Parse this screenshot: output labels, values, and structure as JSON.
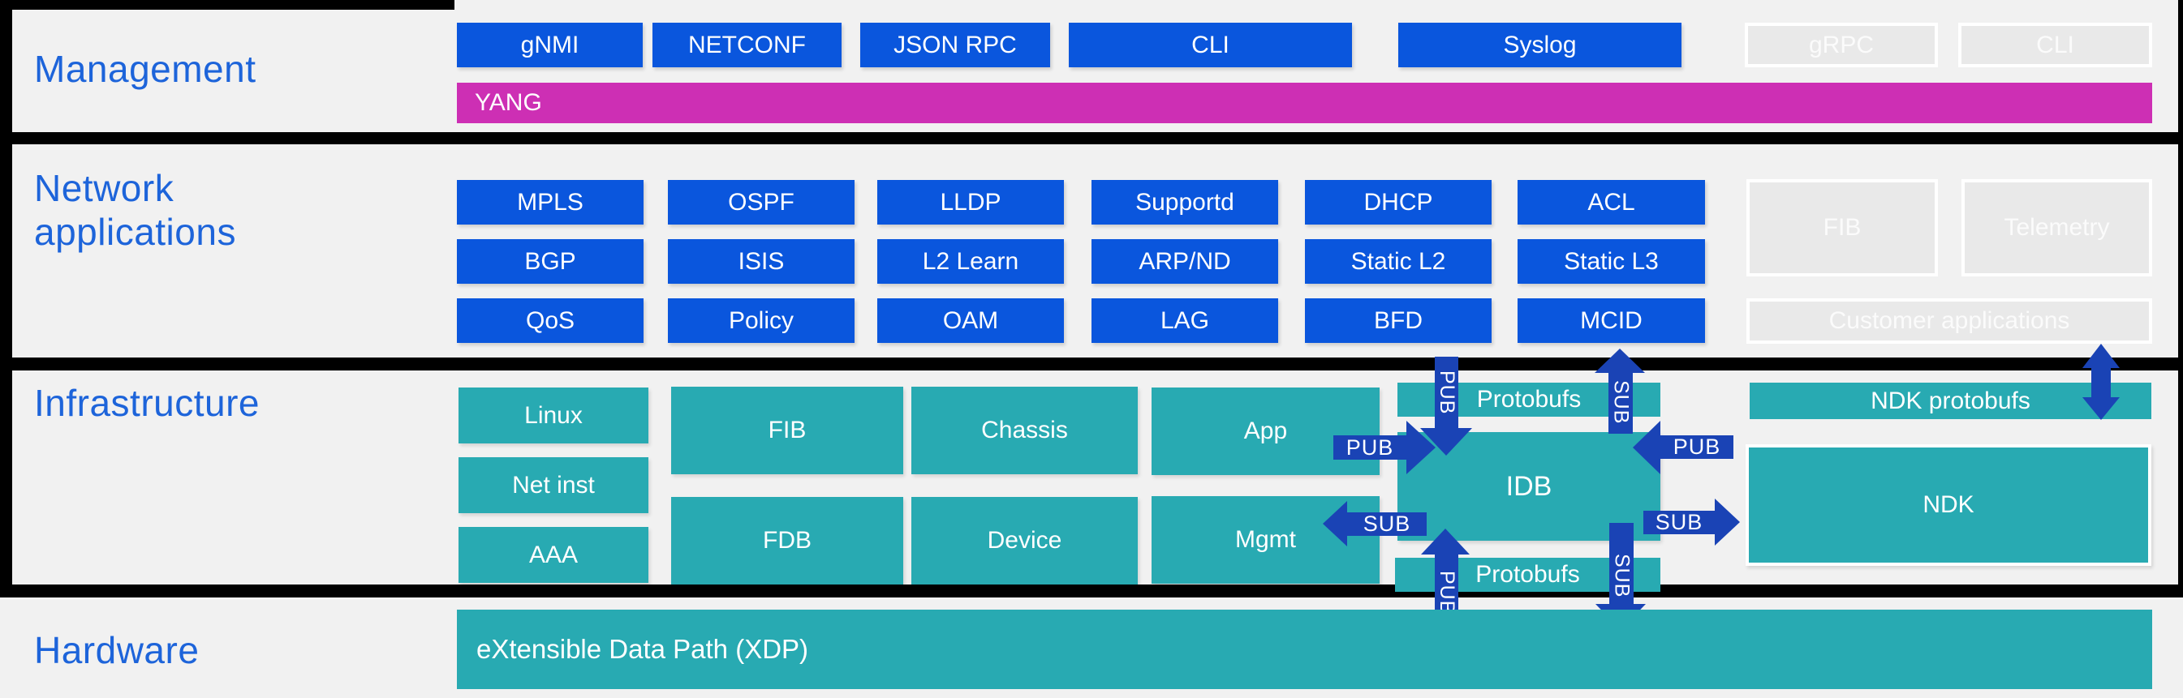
{
  "colors": {
    "accent_blue": "#0a56dd",
    "teal": "#28aab2",
    "magenta": "#cd2fb4",
    "arrow_navy": "#1a43b5",
    "label_blue": "#1d64da",
    "band_background": "#f1f1f1",
    "placeholder_fill": "#e9e9e9",
    "divider_black": "#000000"
  },
  "management": {
    "label": "Management",
    "buttons": [
      "gNMI",
      "NETCONF",
      "JSON RPC",
      "CLI",
      "Syslog"
    ],
    "placeholder_buttons": [
      "gRPC",
      "CLI"
    ],
    "yang_label": "YANG"
  },
  "network_applications": {
    "label": "Network applications",
    "grid": [
      [
        "MPLS",
        "OSPF",
        "LLDP",
        "Supportd",
        "DHCP",
        "ACL"
      ],
      [
        "BGP",
        "ISIS",
        "L2 Learn",
        "ARP/ND",
        "Static L2",
        "Static L3"
      ],
      [
        "QoS",
        "Policy",
        "OAM",
        "LAG",
        "BFD",
        "MCID"
      ]
    ],
    "placeholders": {
      "fib": "FIB",
      "telemetry": "Telemetry",
      "customer": "Customer applications"
    }
  },
  "infrastructure": {
    "label": "Infrastructure",
    "os_boxes": [
      "Linux",
      "Net inst",
      "AAA"
    ],
    "table_boxes": [
      "FIB",
      "FDB"
    ],
    "platform_boxes": [
      "Chassis",
      "Device"
    ],
    "proc_boxes": [
      "App",
      "Mgmt"
    ],
    "idb": "IDB",
    "protobufs_top": "Protobufs",
    "protobufs_bottom": "Protobufs",
    "ndk_protobufs": "NDK protobufs",
    "ndk": "NDK",
    "arrows": {
      "pub": "PUB",
      "sub": "SUB"
    }
  },
  "hardware": {
    "label": "Hardware",
    "xdp": "eXtensible Data Path (XDP)"
  }
}
